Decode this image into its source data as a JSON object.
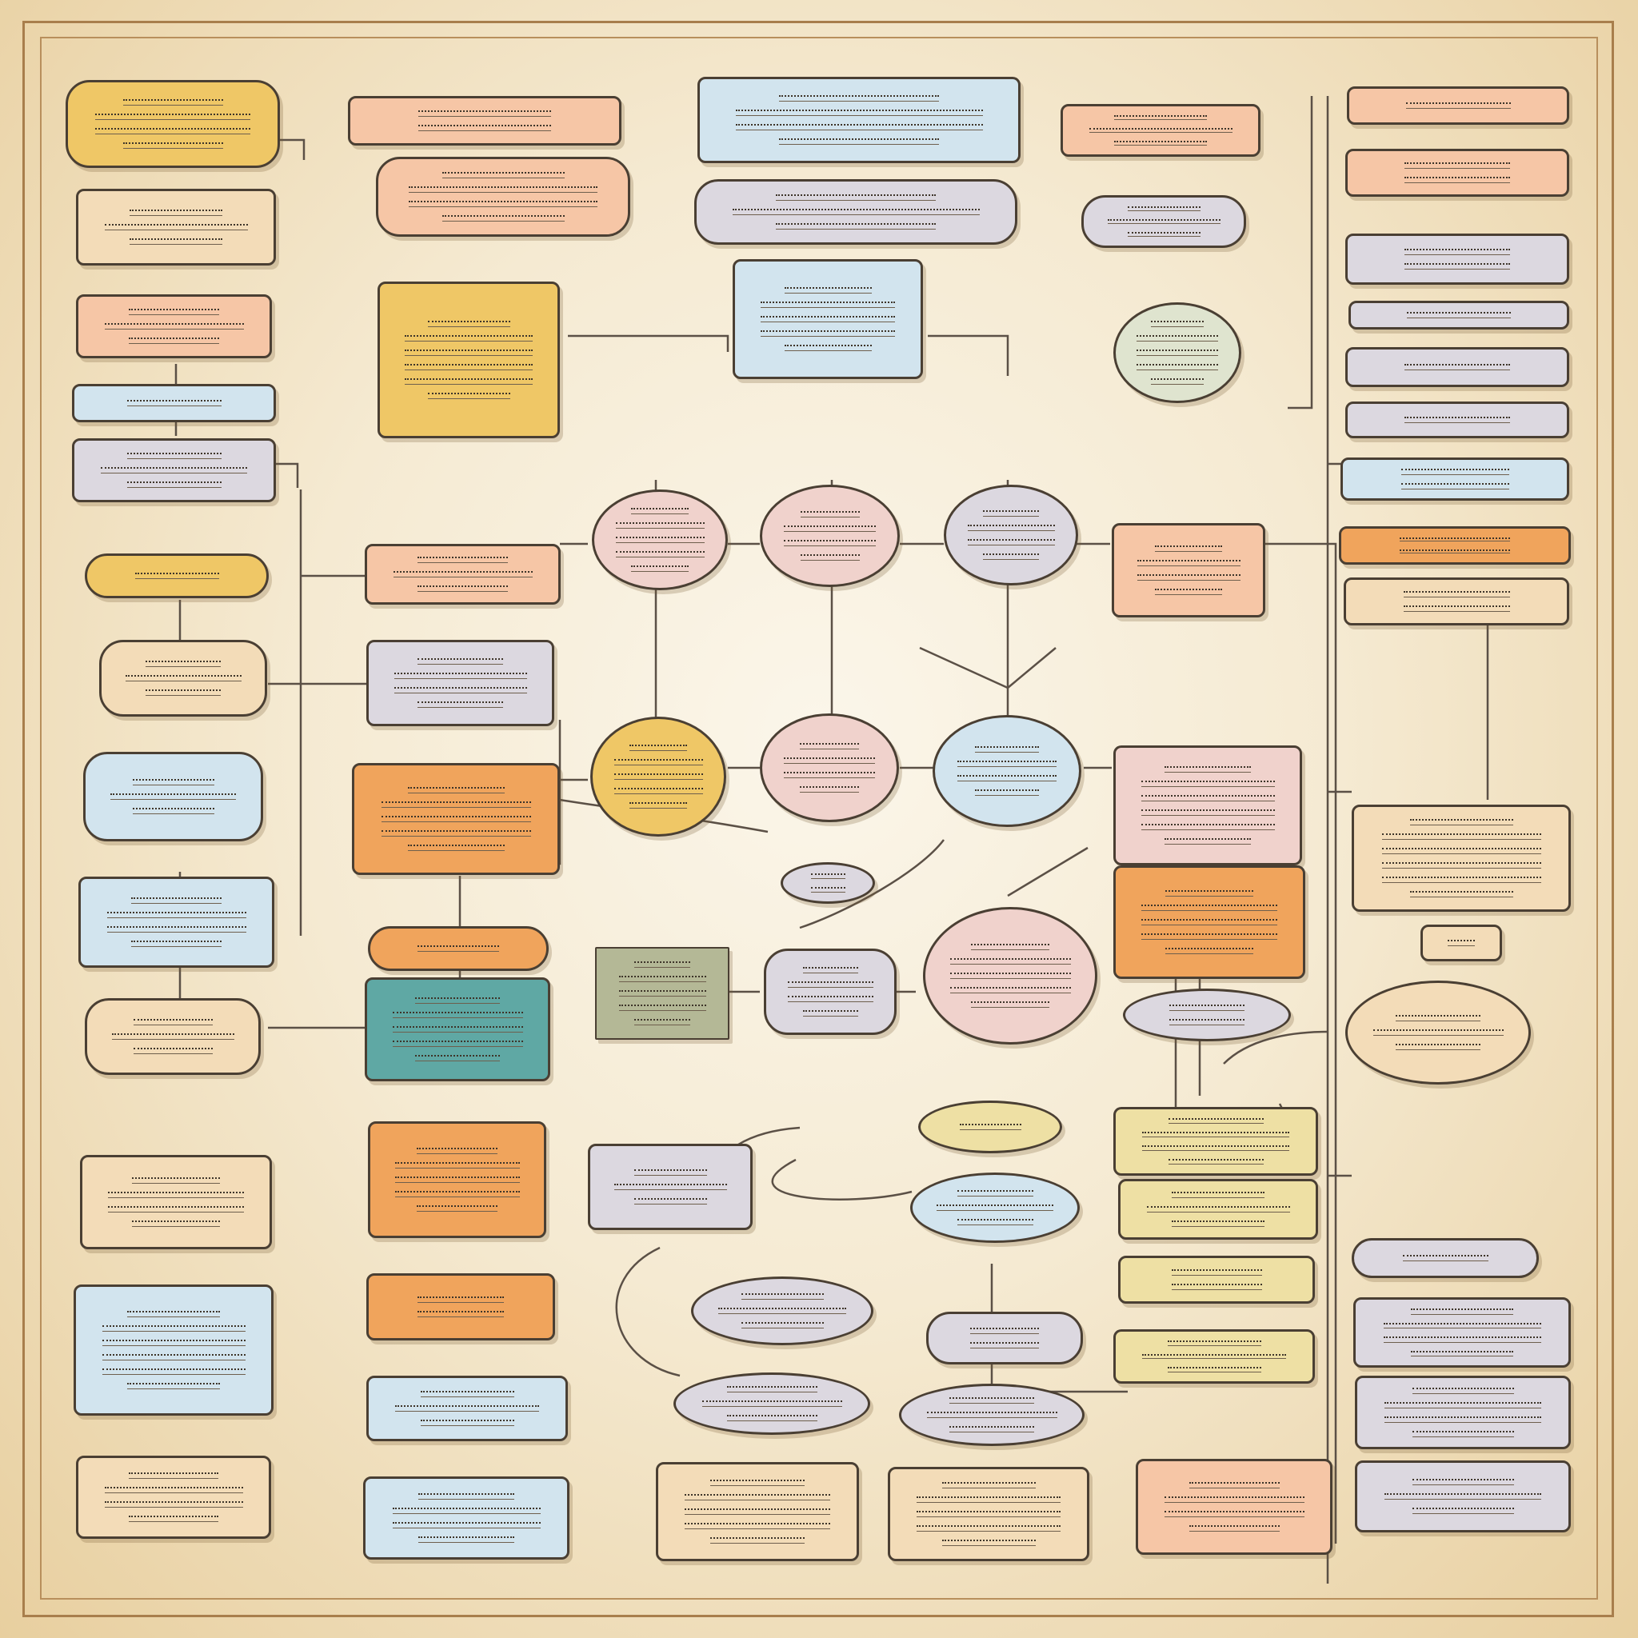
{
  "palette": {
    "background": "#f5ead2",
    "frame": "#a87e4c",
    "ink": "#4a3f33",
    "wire": "#5b5046",
    "yellow": "#efc766",
    "peach": "#f6c6a6",
    "cream": "#f3dcb8",
    "light_blue": "#d2e4ee",
    "grey_lavender": "#dcd8e0",
    "orange": "#f0a45c",
    "teal": "#5fa8a4",
    "olive": "#b4b896",
    "pale_yellow": "#eee0a4",
    "sage": "#dfe4cf",
    "pink": "#f0d2cc"
  },
  "diagram": {
    "nodes": [
      {
        "id": "n-yellow-top-left",
        "shape": "pill",
        "fill": "yellow",
        "lines": 4,
        "text": ""
      },
      {
        "id": "n-cream-left-2",
        "shape": "rect",
        "fill": "cream",
        "lines": 3,
        "text": ""
      },
      {
        "id": "n-peach-left-3",
        "shape": "rect",
        "fill": "peach",
        "lines": 3,
        "text": ""
      },
      {
        "id": "n-blue-left-4",
        "shape": "rect",
        "fill": "light_blue",
        "lines": 1,
        "text": ""
      },
      {
        "id": "n-lavender-left-5",
        "shape": "rect",
        "fill": "grey_lavender",
        "lines": 3,
        "text": ""
      },
      {
        "id": "n-yellow-pill-left",
        "shape": "pill",
        "fill": "yellow",
        "lines": 1,
        "text": ""
      },
      {
        "id": "n-cream-left-7",
        "shape": "pill",
        "fill": "cream",
        "lines": 3,
        "text": ""
      },
      {
        "id": "n-blue-left-8",
        "shape": "pill",
        "fill": "light_blue",
        "lines": 3,
        "text": ""
      },
      {
        "id": "n-blue-left-9",
        "shape": "rect",
        "fill": "light_blue",
        "lines": 4,
        "text": ""
      },
      {
        "id": "n-cream-left-10",
        "shape": "pill",
        "fill": "cream",
        "lines": 3,
        "text": ""
      },
      {
        "id": "n-cream-left-11",
        "shape": "rect",
        "fill": "cream",
        "lines": 4,
        "text": ""
      },
      {
        "id": "n-blue-left-12",
        "shape": "rect",
        "fill": "light_blue",
        "lines": 6,
        "text": ""
      },
      {
        "id": "n-cream-left-13",
        "shape": "rect",
        "fill": "cream",
        "lines": 4,
        "text": ""
      },
      {
        "id": "n-peach-top-1",
        "shape": "rect",
        "fill": "peach",
        "lines": 2,
        "text": ""
      },
      {
        "id": "n-peach-top-2",
        "shape": "pill",
        "fill": "peach",
        "lines": 4,
        "text": ""
      },
      {
        "id": "n-yellow-stack",
        "shape": "rect",
        "fill": "yellow",
        "lines": 6,
        "text": ""
      },
      {
        "id": "n-peach-mid-1",
        "shape": "rect",
        "fill": "peach",
        "lines": 3,
        "text": ""
      },
      {
        "id": "n-lavender-mid-2",
        "shape": "rect",
        "fill": "grey_lavender",
        "lines": 4,
        "text": ""
      },
      {
        "id": "n-orange-mid-3",
        "shape": "rect",
        "fill": "orange",
        "lines": 5,
        "text": ""
      },
      {
        "id": "n-orange-pill",
        "shape": "pill",
        "fill": "orange",
        "lines": 1,
        "text": ""
      },
      {
        "id": "n-teal-box",
        "shape": "rect",
        "fill": "teal",
        "lines": 5,
        "text": ""
      },
      {
        "id": "n-orange-mid-6",
        "shape": "rect",
        "fill": "orange",
        "lines": 5,
        "text": ""
      },
      {
        "id": "n-orange-mid-7",
        "shape": "rect",
        "fill": "orange",
        "lines": 2,
        "text": ""
      },
      {
        "id": "n-blue-mid-8",
        "shape": "rect",
        "fill": "light_blue",
        "lines": 3,
        "text": ""
      },
      {
        "id": "n-blue-mid-9",
        "shape": "rect",
        "fill": "light_blue",
        "lines": 4,
        "text": ""
      },
      {
        "id": "n-blue-top-center",
        "shape": "rect",
        "fill": "light_blue",
        "lines": 4,
        "text": ""
      },
      {
        "id": "n-lavender-top-center",
        "shape": "pill",
        "fill": "grey_lavender",
        "lines": 3,
        "text": ""
      },
      {
        "id": "n-blue-center",
        "shape": "rect",
        "fill": "light_blue",
        "lines": 5,
        "text": ""
      },
      {
        "id": "n-oval-a1",
        "shape": "oval",
        "fill": "pink",
        "lines": 5,
        "text": ""
      },
      {
        "id": "n-oval-a2",
        "shape": "oval",
        "fill": "pink",
        "lines": 4,
        "text": ""
      },
      {
        "id": "n-oval-a3",
        "shape": "oval",
        "fill": "grey_lavender",
        "lines": 4,
        "text": ""
      },
      {
        "id": "n-oval-b1",
        "shape": "oval",
        "fill": "yellow",
        "lines": 5,
        "text": ""
      },
      {
        "id": "n-oval-b2",
        "shape": "oval",
        "fill": "pink",
        "lines": 4,
        "text": ""
      },
      {
        "id": "n-oval-b3",
        "shape": "oval",
        "fill": "light_blue",
        "lines": 4,
        "text": ""
      },
      {
        "id": "n-small-lozenge",
        "shape": "ellipse",
        "fill": "grey_lavender",
        "lines": 2,
        "text": ""
      },
      {
        "id": "n-olive-square",
        "shape": "sq",
        "fill": "olive",
        "lines": 5,
        "text": ""
      },
      {
        "id": "n-lavender-pill-center",
        "shape": "pill",
        "fill": "grey_lavender",
        "lines": 4,
        "text": ""
      },
      {
        "id": "n-oval-c3",
        "shape": "oval",
        "fill": "pink",
        "lines": 5,
        "text": ""
      },
      {
        "id": "n-lavender-lower-1",
        "shape": "rect",
        "fill": "grey_lavender",
        "lines": 3,
        "text": ""
      },
      {
        "id": "n-yellow-ellipse",
        "shape": "ellipse",
        "fill": "pale_yellow",
        "lines": 1,
        "text": ""
      },
      {
        "id": "n-blue-ellipse",
        "shape": "ellipse",
        "fill": "light_blue",
        "lines": 3,
        "text": ""
      },
      {
        "id": "n-white-ellipse-1",
        "shape": "ellipse",
        "fill": "grey_lavender",
        "lines": 3,
        "text": ""
      },
      {
        "id": "n-white-pill",
        "shape": "pill",
        "fill": "grey_lavender",
        "lines": 2,
        "text": ""
      },
      {
        "id": "n-white-ellipse-2",
        "shape": "ellipse",
        "fill": "grey_lavender",
        "lines": 3,
        "text": ""
      },
      {
        "id": "n-white-ellipse-3",
        "shape": "ellipse",
        "fill": "grey_lavender",
        "lines": 3,
        "text": ""
      },
      {
        "id": "n-cream-bottom-1",
        "shape": "rect",
        "fill": "cream",
        "lines": 5,
        "text": ""
      },
      {
        "id": "n-cream-bottom-2",
        "shape": "rect",
        "fill": "cream",
        "lines": 5,
        "text": ""
      },
      {
        "id": "n-peach-right-top",
        "shape": "rect",
        "fill": "peach",
        "lines": 3,
        "text": ""
      },
      {
        "id": "n-sage-oval",
        "shape": "oval",
        "fill": "sage",
        "lines": 5,
        "text": ""
      },
      {
        "id": "n-lavender-right-2",
        "shape": "pill",
        "fill": "grey_lavender",
        "lines": 3,
        "text": ""
      },
      {
        "id": "n-peach-right-mid",
        "shape": "rect",
        "fill": "peach",
        "lines": 4,
        "text": ""
      },
      {
        "id": "n-pink-right-mid",
        "shape": "rect",
        "fill": "pink",
        "lines": 6,
        "text": ""
      },
      {
        "id": "n-orange-right-mid",
        "shape": "rect",
        "fill": "orange",
        "lines": 5,
        "text": ""
      },
      {
        "id": "n-yellow-lozenge-right",
        "shape": "ellipse",
        "fill": "grey_lavender",
        "lines": 2,
        "text": ""
      },
      {
        "id": "n-yellow-right-1",
        "shape": "rect",
        "fill": "pale_yellow",
        "lines": 4,
        "text": ""
      },
      {
        "id": "n-yellow-right-2",
        "shape": "rect",
        "fill": "pale_yellow",
        "lines": 3,
        "text": ""
      },
      {
        "id": "n-yellow-right-3",
        "shape": "rect",
        "fill": "pale_yellow",
        "lines": 2,
        "text": ""
      },
      {
        "id": "n-yellow-right-4",
        "shape": "rect",
        "fill": "pale_yellow",
        "lines": 3,
        "text": ""
      },
      {
        "id": "n-peach-bottom-right",
        "shape": "rect",
        "fill": "peach",
        "lines": 4,
        "text": ""
      },
      {
        "id": "n-list-1",
        "shape": "rect",
        "fill": "peach",
        "lines": 1,
        "text": ""
      },
      {
        "id": "n-list-2",
        "shape": "rect",
        "fill": "peach",
        "lines": 2,
        "text": ""
      },
      {
        "id": "n-list-3",
        "shape": "rect",
        "fill": "grey_lavender",
        "lines": 2,
        "text": ""
      },
      {
        "id": "n-list-4",
        "shape": "rect",
        "fill": "grey_lavender",
        "lines": 1,
        "text": ""
      },
      {
        "id": "n-list-5",
        "shape": "rect",
        "fill": "grey_lavender",
        "lines": 1,
        "text": ""
      },
      {
        "id": "n-list-6",
        "shape": "rect",
        "fill": "grey_lavender",
        "lines": 1,
        "text": ""
      },
      {
        "id": "n-list-7",
        "shape": "rect",
        "fill": "light_blue",
        "lines": 2,
        "text": ""
      },
      {
        "id": "n-list-8",
        "shape": "rect",
        "fill": "orange",
        "lines": 2,
        "text": ""
      },
      {
        "id": "n-list-9",
        "shape": "rect",
        "fill": "cream",
        "lines": 2,
        "text": ""
      },
      {
        "id": "n-list-10",
        "shape": "rect",
        "fill": "cream",
        "lines": 6,
        "text": ""
      },
      {
        "id": "n-list-11",
        "shape": "rect",
        "fill": "cream",
        "lines": 1,
        "text": ""
      },
      {
        "id": "n-cream-bubble-right",
        "shape": "oval",
        "fill": "cream",
        "lines": 3,
        "text": ""
      },
      {
        "id": "n-list-12",
        "shape": "pill",
        "fill": "grey_lavender",
        "lines": 1,
        "text": ""
      },
      {
        "id": "n-list-13",
        "shape": "rect",
        "fill": "grey_lavender",
        "lines": 4,
        "text": ""
      },
      {
        "id": "n-list-14",
        "shape": "rect",
        "fill": "grey_lavender",
        "lines": 4,
        "text": ""
      },
      {
        "id": "n-list-15",
        "shape": "rect",
        "fill": "grey_lavender",
        "lines": 3,
        "text": ""
      }
    ]
  }
}
